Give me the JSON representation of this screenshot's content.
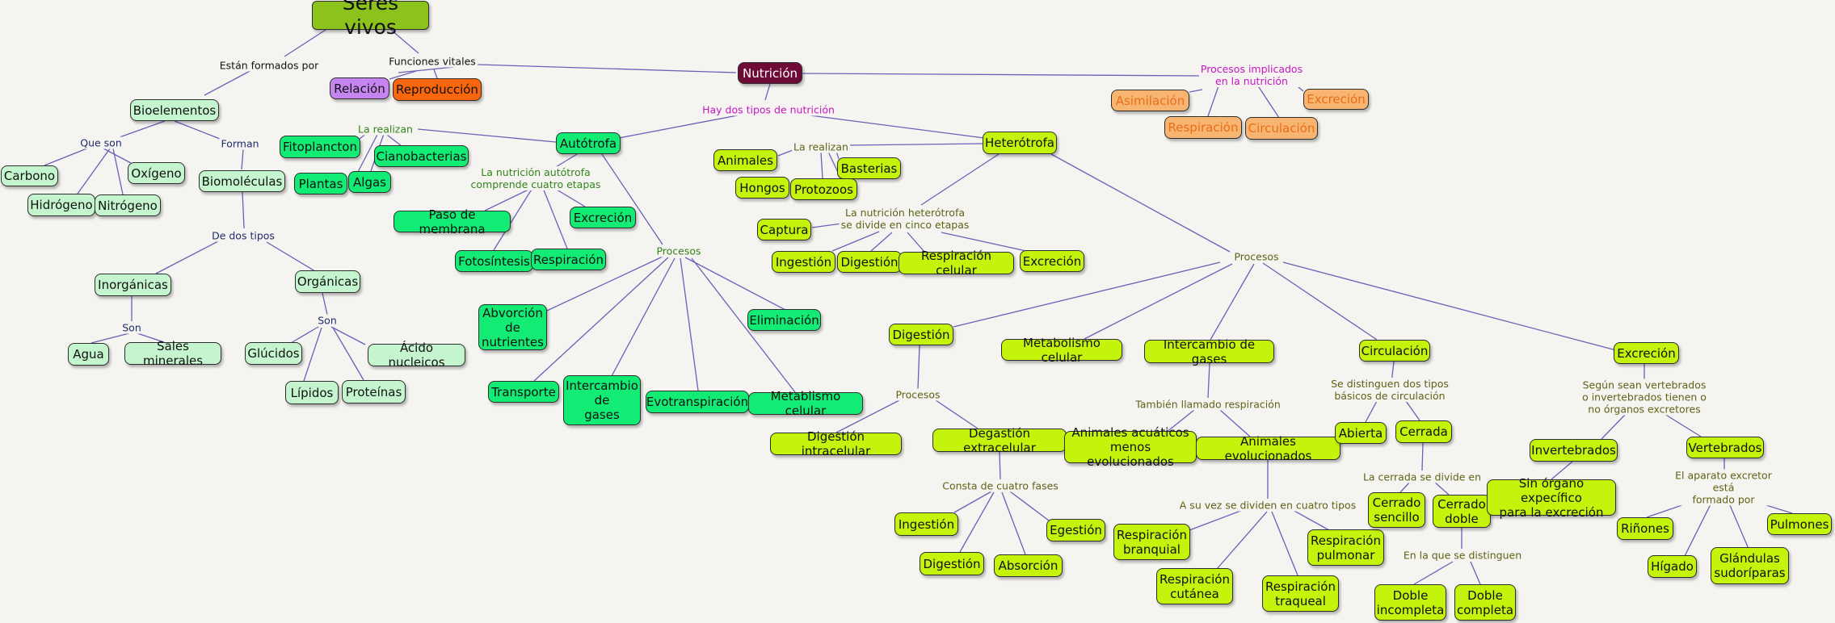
{
  "nodes": {
    "seres_vivos": "Seres vivos",
    "relacion": "Relación",
    "reproduccion": "Reproducción",
    "nutricion": "Nutrición",
    "bioelementos": "Bioelementos",
    "carbono": "Carbono",
    "oxigeno": "Oxígeno",
    "hidrogeno": "Hidrógeno",
    "nitrogeno": "Nitrógeno",
    "biomoleculas": "Biomoléculas",
    "inorganicas": "Inorgánicas",
    "organicas": "Orgánicas",
    "agua": "Agua",
    "sales": "Sales minerales",
    "glucidos": "Glúcidos",
    "acido": "Ácido nucleicos",
    "lipidos": "Lípidos",
    "proteinas": "Proteínas",
    "autotrofa": "Autótrofa",
    "fitoplancton": "Fitoplancton",
    "cianobacterias": "Cianobacterias",
    "plantas": "Plantas",
    "algas": "Algas",
    "paso_membrana": "Paso de membrana",
    "excrecion_a": "Excreción",
    "fotosintesis": "Fotosíntesis",
    "respiracion_a": "Respiración",
    "abvorcion": "Abvorción\nde\nnutrientes",
    "eliminacion": "Eliminación",
    "transporte": "Transporte",
    "intercambio_a": "Intercambio\nde\ngases",
    "evotranspiracion": "Evotranspiración",
    "metablismo": "Metablismo celular",
    "heterotrofa": "Heterótrofa",
    "animales": "Animales",
    "basterias": "Basterias",
    "hongos": "Hongos",
    "protozoos": "Protozoos",
    "captura": "Captura",
    "ingestion_h": "Ingestión",
    "digestion_h": "Digestión",
    "respiracion_celular": "Respiración celular",
    "excrecion_h": "Excreción",
    "digestion": "Digestión",
    "metabolismo_celular": "Metabolismo celular",
    "intercambio_gases": "Intercambio de gases",
    "circulacion": "Circulación",
    "excrecion": "Excreción",
    "digestion_intracelular": "Digestión intracelular",
    "degastion_extracelular": "Degastión extracelular",
    "ingestion_d": "Ingestión",
    "egestion": "Egestión",
    "digestion_d": "Digestión",
    "absorcion": "Absorción",
    "animales_acuaticos": "Animales acuáticos\nmenos evolucionados",
    "animales_evolucionados": "Animales evolucionados",
    "resp_branquial": "Respiración\nbranquial",
    "resp_pulmonar": "Respiración\npulmonar",
    "resp_cutanea": "Respiración\ncutánea",
    "resp_traqueal": "Respiración\ntraqueal",
    "abierta": "Abierta",
    "cerrada": "Cerrada",
    "cerrado_sencillo": "Cerrado\nsencillo",
    "cerrado_doble": "Cerrado\ndoble",
    "doble_incompleta": "Doble\nincompleta",
    "doble_completa": "Doble\ncompleta",
    "invertebrados": "Invertebrados",
    "vertebrados": "Vertebrados",
    "sin_organo": "Sin órgano expecífico\npara la excreción",
    "rinones": "Riñones",
    "pulmones": "Pulmones",
    "higado": "Hígado",
    "glandulas": "Glándulas\nsudoríparas",
    "asimilacion": "Asimilación",
    "excrecion_p": "Excreción",
    "respiracion_p": "Respiración",
    "circulacion_p": "Circulación"
  },
  "labels": {
    "formados": "Están formados por",
    "funciones": "Funciones vitales",
    "que_son": "Que son",
    "forman": "Forman",
    "dos_tipos": "De dos tipos",
    "son_i": "Son",
    "son_o": "Son",
    "realizan_a": "La realizan",
    "nutr_auto": "La nutrición autótrofa\ncomprende cuatro etapas",
    "procesos_a": "Procesos",
    "hay_dos": "Hay dos tipos de nutrición",
    "realizan_h": "La realizan",
    "nutr_hetero": "La nutrición heterótrofa\nse divide en cinco etapas",
    "procesos_h": "Procesos",
    "procesos_d": "Procesos",
    "consta": "Consta de cuatro fases",
    "tambien": "También llamado respiración",
    "a_su_vez": "A su vez se dividen en cuatro tipos",
    "se_distinguen": "Se distinguen dos tipos\nbásicos de circulación",
    "la_cerrada": "La cerrada se divide en",
    "en_la_que": "En la que se distinguen",
    "segun": "Según sean vertebrados\no invertebrados tienen o\nno órganos excretores",
    "aparato": "El aparato excretor está\nformado por",
    "procesos_impl": "Procesos implicados\nen la nutrición"
  },
  "colors": {
    "link": "#6a60b8",
    "root": "#8cc21c",
    "nutricion": "#6d0a35",
    "relacion": "#c684f0",
    "reproduccion": "#f9660c",
    "bioelementos": "#c5f5cf",
    "autotrofa": "#13ec74",
    "heterotrofa": "#c4f30c",
    "procesos_nutricion": "#f8b571"
  }
}
